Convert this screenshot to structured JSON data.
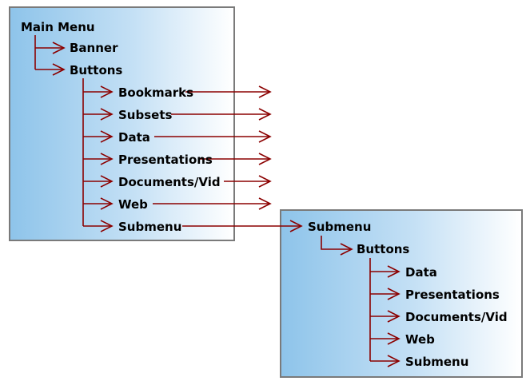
{
  "main_menu": {
    "title": "Main Menu",
    "items": {
      "banner": "Banner",
      "buttons": "Buttons"
    },
    "buttons": {
      "bookmarks": "Bookmarks",
      "subsets": "Subsets",
      "data": "Data",
      "presentations": "Presentations",
      "documents": "Documents/Vid",
      "web": "Web",
      "submenu": "Submenu"
    }
  },
  "submenu": {
    "title": "Submenu",
    "items": {
      "buttons": "Buttons"
    },
    "buttons": {
      "data": "Data",
      "presentations": "Presentations",
      "documents": "Documents/Vid",
      "web": "Web",
      "submenu": "Submenu"
    }
  },
  "colors": {
    "arrow": "#8b0000",
    "panel_border": "#7a7a7a",
    "panel_gradient_start": "#8ec4ea",
    "panel_gradient_end": "#ffffff"
  }
}
